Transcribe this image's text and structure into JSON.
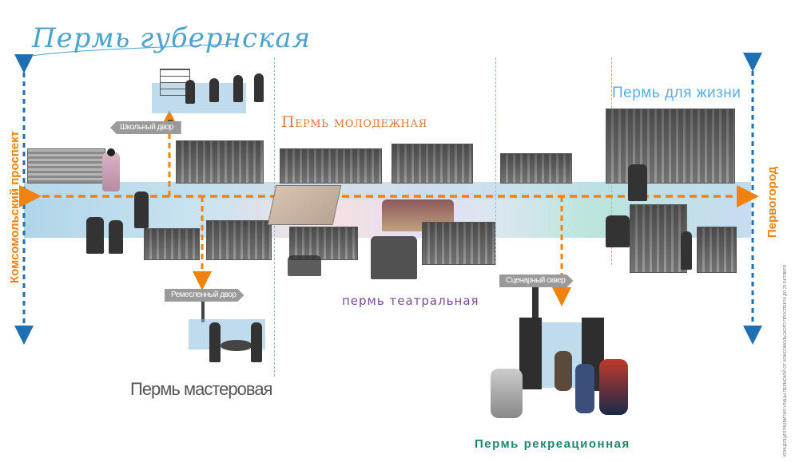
{
  "title": "Пермь губернская",
  "zones": {
    "molodezhnaya": "Пермь молодежная",
    "dlya_zhizni": "Пермь для жизни",
    "teatralnaya": "пермь театральная",
    "masterovaya": "Пермь мастеровая",
    "rekreatsionnaya": "Пермь рекреационная"
  },
  "signs": {
    "shkolny": "Школьный двор",
    "remeslenny": "Ремесленный двор",
    "stsenarny": "Сценарный сквер"
  },
  "axis_labels": {
    "left": "Комсомольский проспект",
    "right": "Первогород"
  },
  "side_note": "КОНЦЕПЦИЯ РАЗВИТИЯ УЛИЦЫ ПЕРМСКОЙ ОТ КОМСОМОЛЬСКОГО ПРОСПЕКТА ДО 25 ОКТЯБРЯ",
  "colors": {
    "orange": "#f0820f",
    "blue_arrow": "#1f6fb5",
    "title_blue": "#4aa3d0",
    "molodezhnaya": "#e07a3a",
    "dlya_zhizni": "#5aaee0",
    "teatralnaya": "#7b4a9a",
    "masterovaya": "#555555",
    "rekreatsionnaya": "#1a8a6a"
  }
}
